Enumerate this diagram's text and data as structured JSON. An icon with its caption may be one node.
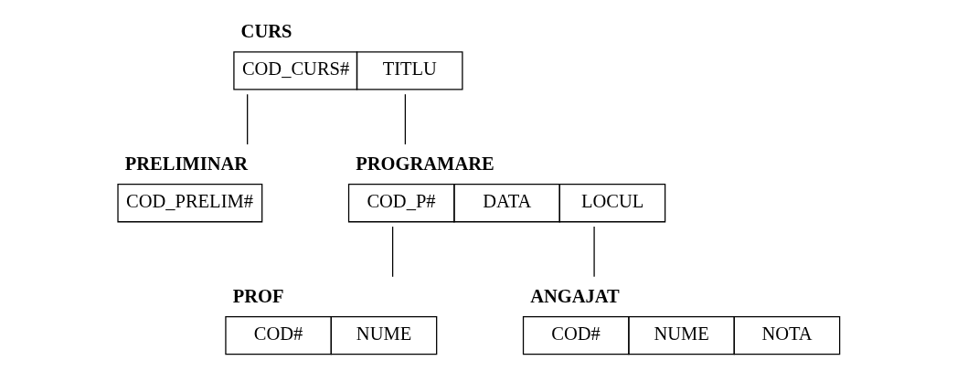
{
  "diagram": {
    "nodes": [
      {
        "text": [
          "CURS",
          "COD_CURS#",
          "TITLU"
        ]
      },
      {
        "text": [
          "PRELIMINAR",
          "COD_PRELIM#"
        ]
      },
      {
        "text": [
          "PROGRAMARE",
          "COD_P#",
          "DATA",
          "LOCUL"
        ]
      },
      {
        "text": [
          "PROF",
          "COD#",
          "NUME"
        ]
      },
      {
        "text": [
          "ANGAJAT",
          "COD#",
          "NUME",
          "NOTA"
        ]
      }
    ],
    "edges": [
      {
        "from": 0,
        "to": 1,
        "arrow": "none"
      },
      {
        "from": 0,
        "to": 2,
        "arrow": "none"
      },
      {
        "from": 2,
        "to": 3,
        "arrow": "none"
      },
      {
        "from": 2,
        "to": 4,
        "arrow": "none"
      }
    ]
  }
}
